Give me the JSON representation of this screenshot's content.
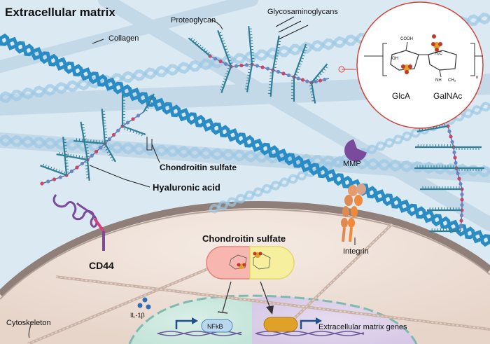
{
  "title": "Extracellular matrix",
  "labels": {
    "collagen": "Collagen",
    "proteoglycan": "Proteoglycan",
    "glycosaminoglycans": "Glycosaminoglycans",
    "chondroitin_sulfate_ecm": "Chondroitin sulfate",
    "hyaluronic_acid": "Hyaluronic acid",
    "mmp": "MMP",
    "cd44": "CD44",
    "integrin": "Integrin",
    "chondroitin_sulfate_cell": "Chondroitin sulfate",
    "il1b": "IL-1β",
    "nfkb": "NFkB",
    "ecm_genes": "Extracellular matrix genes",
    "cytoskeleton": "Cytoskeleton"
  },
  "inset": {
    "glca": "GlcA",
    "galnac": "GalNAc",
    "cooh": "COOH",
    "oh": "OH",
    "nh": "NH",
    "ch3": "CH₃",
    "h2c": "H₂C",
    "n": "n"
  },
  "colors": {
    "background": "#dbe9f3",
    "collagen": "#2a8cc4",
    "gag": "#2f7f96",
    "core_bead": "#c8456b",
    "cell": "#ead9cf",
    "membrane": "#8f7f78",
    "inset_border": "#d0433b",
    "mmp": "#7a4a9b",
    "nfkb_box": "#b9d8ee",
    "gene_box": "#e0a128"
  }
}
